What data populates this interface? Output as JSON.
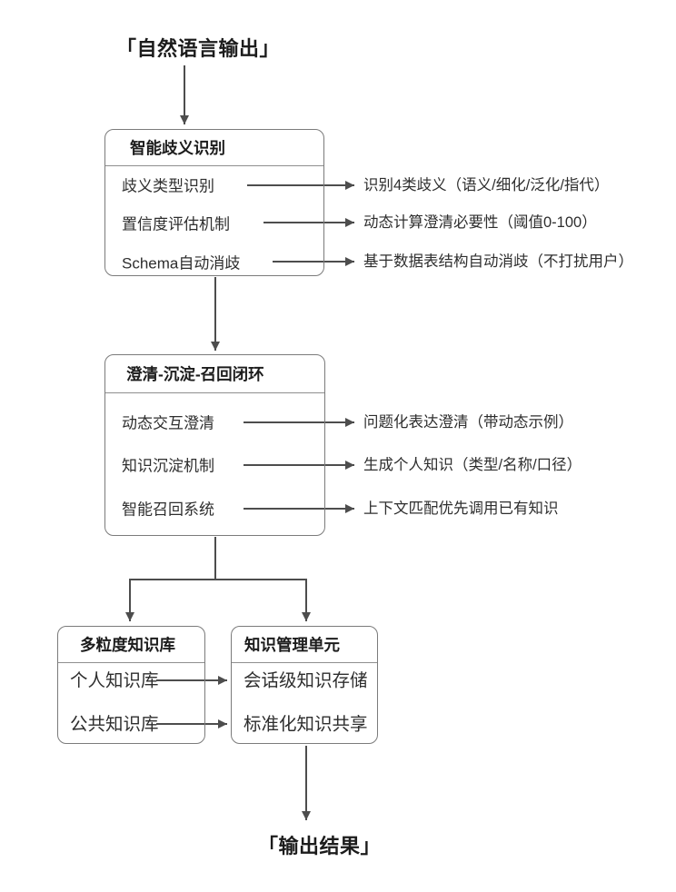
{
  "colors": {
    "line": "#4d4d4d",
    "border": "#7b7b7b",
    "divider": "#8f8f8f",
    "text": "#2e2e2e",
    "heading": "#1c1c1c",
    "background": "#ffffff"
  },
  "flow": {
    "input_label": "「自然语言输出」",
    "output_label": "「输出结果」",
    "boxes": [
      {
        "title": "智能歧义识别",
        "items": [
          {
            "label": "歧义类型识别",
            "annotation": "识别4类歧义（语义/细化/泛化/指代）"
          },
          {
            "label": "置信度评估机制",
            "annotation": "动态计算澄清必要性（阈值0-100）"
          },
          {
            "label": "Schema自动消歧",
            "annotation": "基于数据表结构自动消歧（不打扰用户）"
          }
        ]
      },
      {
        "title": "澄清-沉淀-召回闭环",
        "items": [
          {
            "label": "动态交互澄清",
            "annotation": "问题化表达澄清（带动态示例）"
          },
          {
            "label": "知识沉淀机制",
            "annotation": "生成个人知识（类型/名称/口径）"
          },
          {
            "label": "智能召回系统",
            "annotation": "上下文匹配优先调用已有知识"
          }
        ]
      },
      {
        "title": "多粒度知识库",
        "items": [
          {
            "label": "个人知识库"
          },
          {
            "label": "公共知识库"
          }
        ]
      },
      {
        "title": "知识管理单元",
        "items": [
          {
            "label": "会话级知识存储"
          },
          {
            "label": "标准化知识共享"
          }
        ]
      }
    ]
  }
}
